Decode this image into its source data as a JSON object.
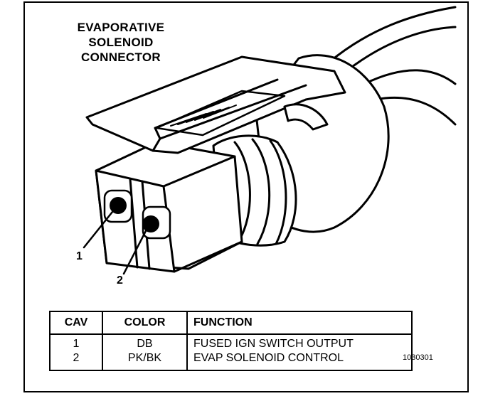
{
  "title": {
    "line1": "EVAPORATIVE",
    "line2": "SOLENOID",
    "line3": "CONNECTOR"
  },
  "pins": {
    "pin1_label": "1",
    "pin2_label": "2"
  },
  "table": {
    "headers": {
      "cav": "CAV",
      "color": "COLOR",
      "function": "FUNCTION"
    },
    "rows": [
      {
        "cav": "1",
        "color": "DB",
        "function": "FUSED IGN SWITCH OUTPUT"
      },
      {
        "cav": "2",
        "color": "PK/BK",
        "function": "EVAP SOLENOID CONTROL"
      }
    ]
  },
  "figure_id": "1030301"
}
